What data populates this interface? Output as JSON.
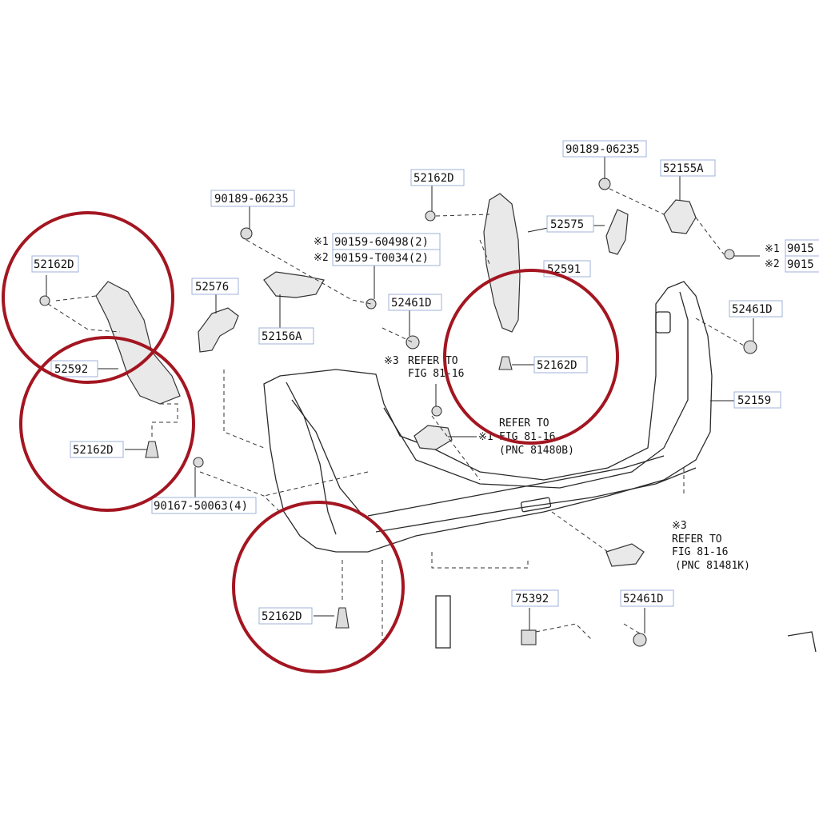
{
  "labels": {
    "l01": "90189-06235",
    "l02": "52162D",
    "l03": "52155A",
    "l04": "52575",
    "l05": "52162D",
    "l06": "52576",
    "l07": "52156A",
    "l08": "※1",
    "l09": "90159-60498(2)",
    "l10": "※2",
    "l11": "90159-T0034(2)",
    "l12": "52591",
    "l13": "52461D",
    "l14": "52461D",
    "l15": "52162D",
    "l16": "52592",
    "l17": "52159",
    "l18": "52162D",
    "l19": "90167-50063(4)",
    "l20": "52162D",
    "l21": "75392",
    "l22": "52461D",
    "l23": "※1",
    "l24": "9015",
    "l25": "※2",
    "l26": "9015",
    "l27": "90189-06235"
  },
  "notes": {
    "n1_mark": "※3",
    "n1_line1": "REFER TO",
    "n1_line2": "FIG 81-16",
    "n2_mark": "※1",
    "n2_line1": "REFER TO",
    "n2_line2": "FIG 81-16",
    "n2_line3": "(PNC 81480B)",
    "n3_mark": "※3",
    "n3_line1": "REFER TO",
    "n3_line2": "FIG 81-16",
    "n3_line3": "(PNC 81481K)"
  },
  "colors": {
    "highlight_circle": "#a31621",
    "label_border": "#9fb0d8"
  }
}
